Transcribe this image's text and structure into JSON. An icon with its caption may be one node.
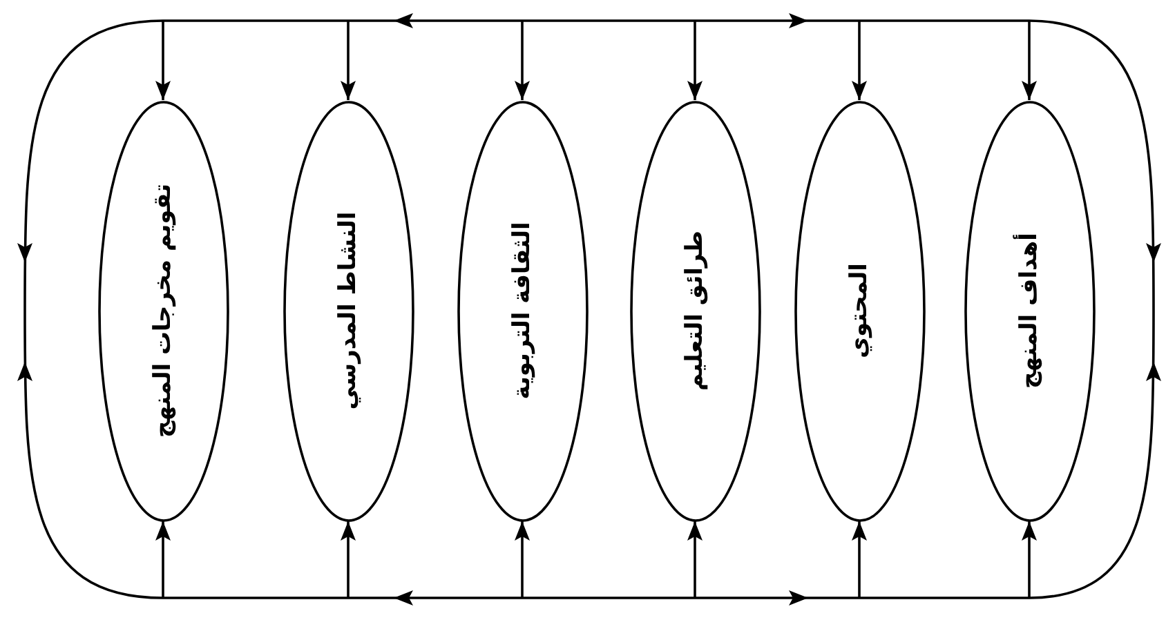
{
  "diagram": {
    "nodes": [
      {
        "text": [
          "أهداف المنهج"
        ]
      },
      {
        "text": [
          "المحتوي"
        ]
      },
      {
        "text": [
          "طرائق التعليم"
        ]
      },
      {
        "text": [
          "الثقافة التربوية"
        ]
      },
      {
        "text": [
          "النشاط المدرسي"
        ]
      },
      {
        "text": [
          "تقويم مخرجات المنهج"
        ]
      }
    ],
    "edges": [
      {
        "from": null,
        "to": 0,
        "arrow": "to"
      },
      {
        "from": null,
        "to": 1,
        "arrow": "to"
      },
      {
        "from": null,
        "to": 2,
        "arrow": "to"
      },
      {
        "from": null,
        "to": 3,
        "arrow": "to"
      },
      {
        "from": null,
        "to": 4,
        "arrow": "to"
      },
      {
        "from": null,
        "to": 5,
        "arrow": "to"
      },
      {
        "from": null,
        "to": 0,
        "arrow": "to"
      },
      {
        "from": null,
        "to": 1,
        "arrow": "to"
      },
      {
        "from": null,
        "to": 2,
        "arrow": "to"
      },
      {
        "from": null,
        "to": 3,
        "arrow": "to"
      },
      {
        "from": null,
        "to": 4,
        "arrow": "to"
      },
      {
        "from": null,
        "to": 5,
        "arrow": "to"
      }
    ]
  }
}
